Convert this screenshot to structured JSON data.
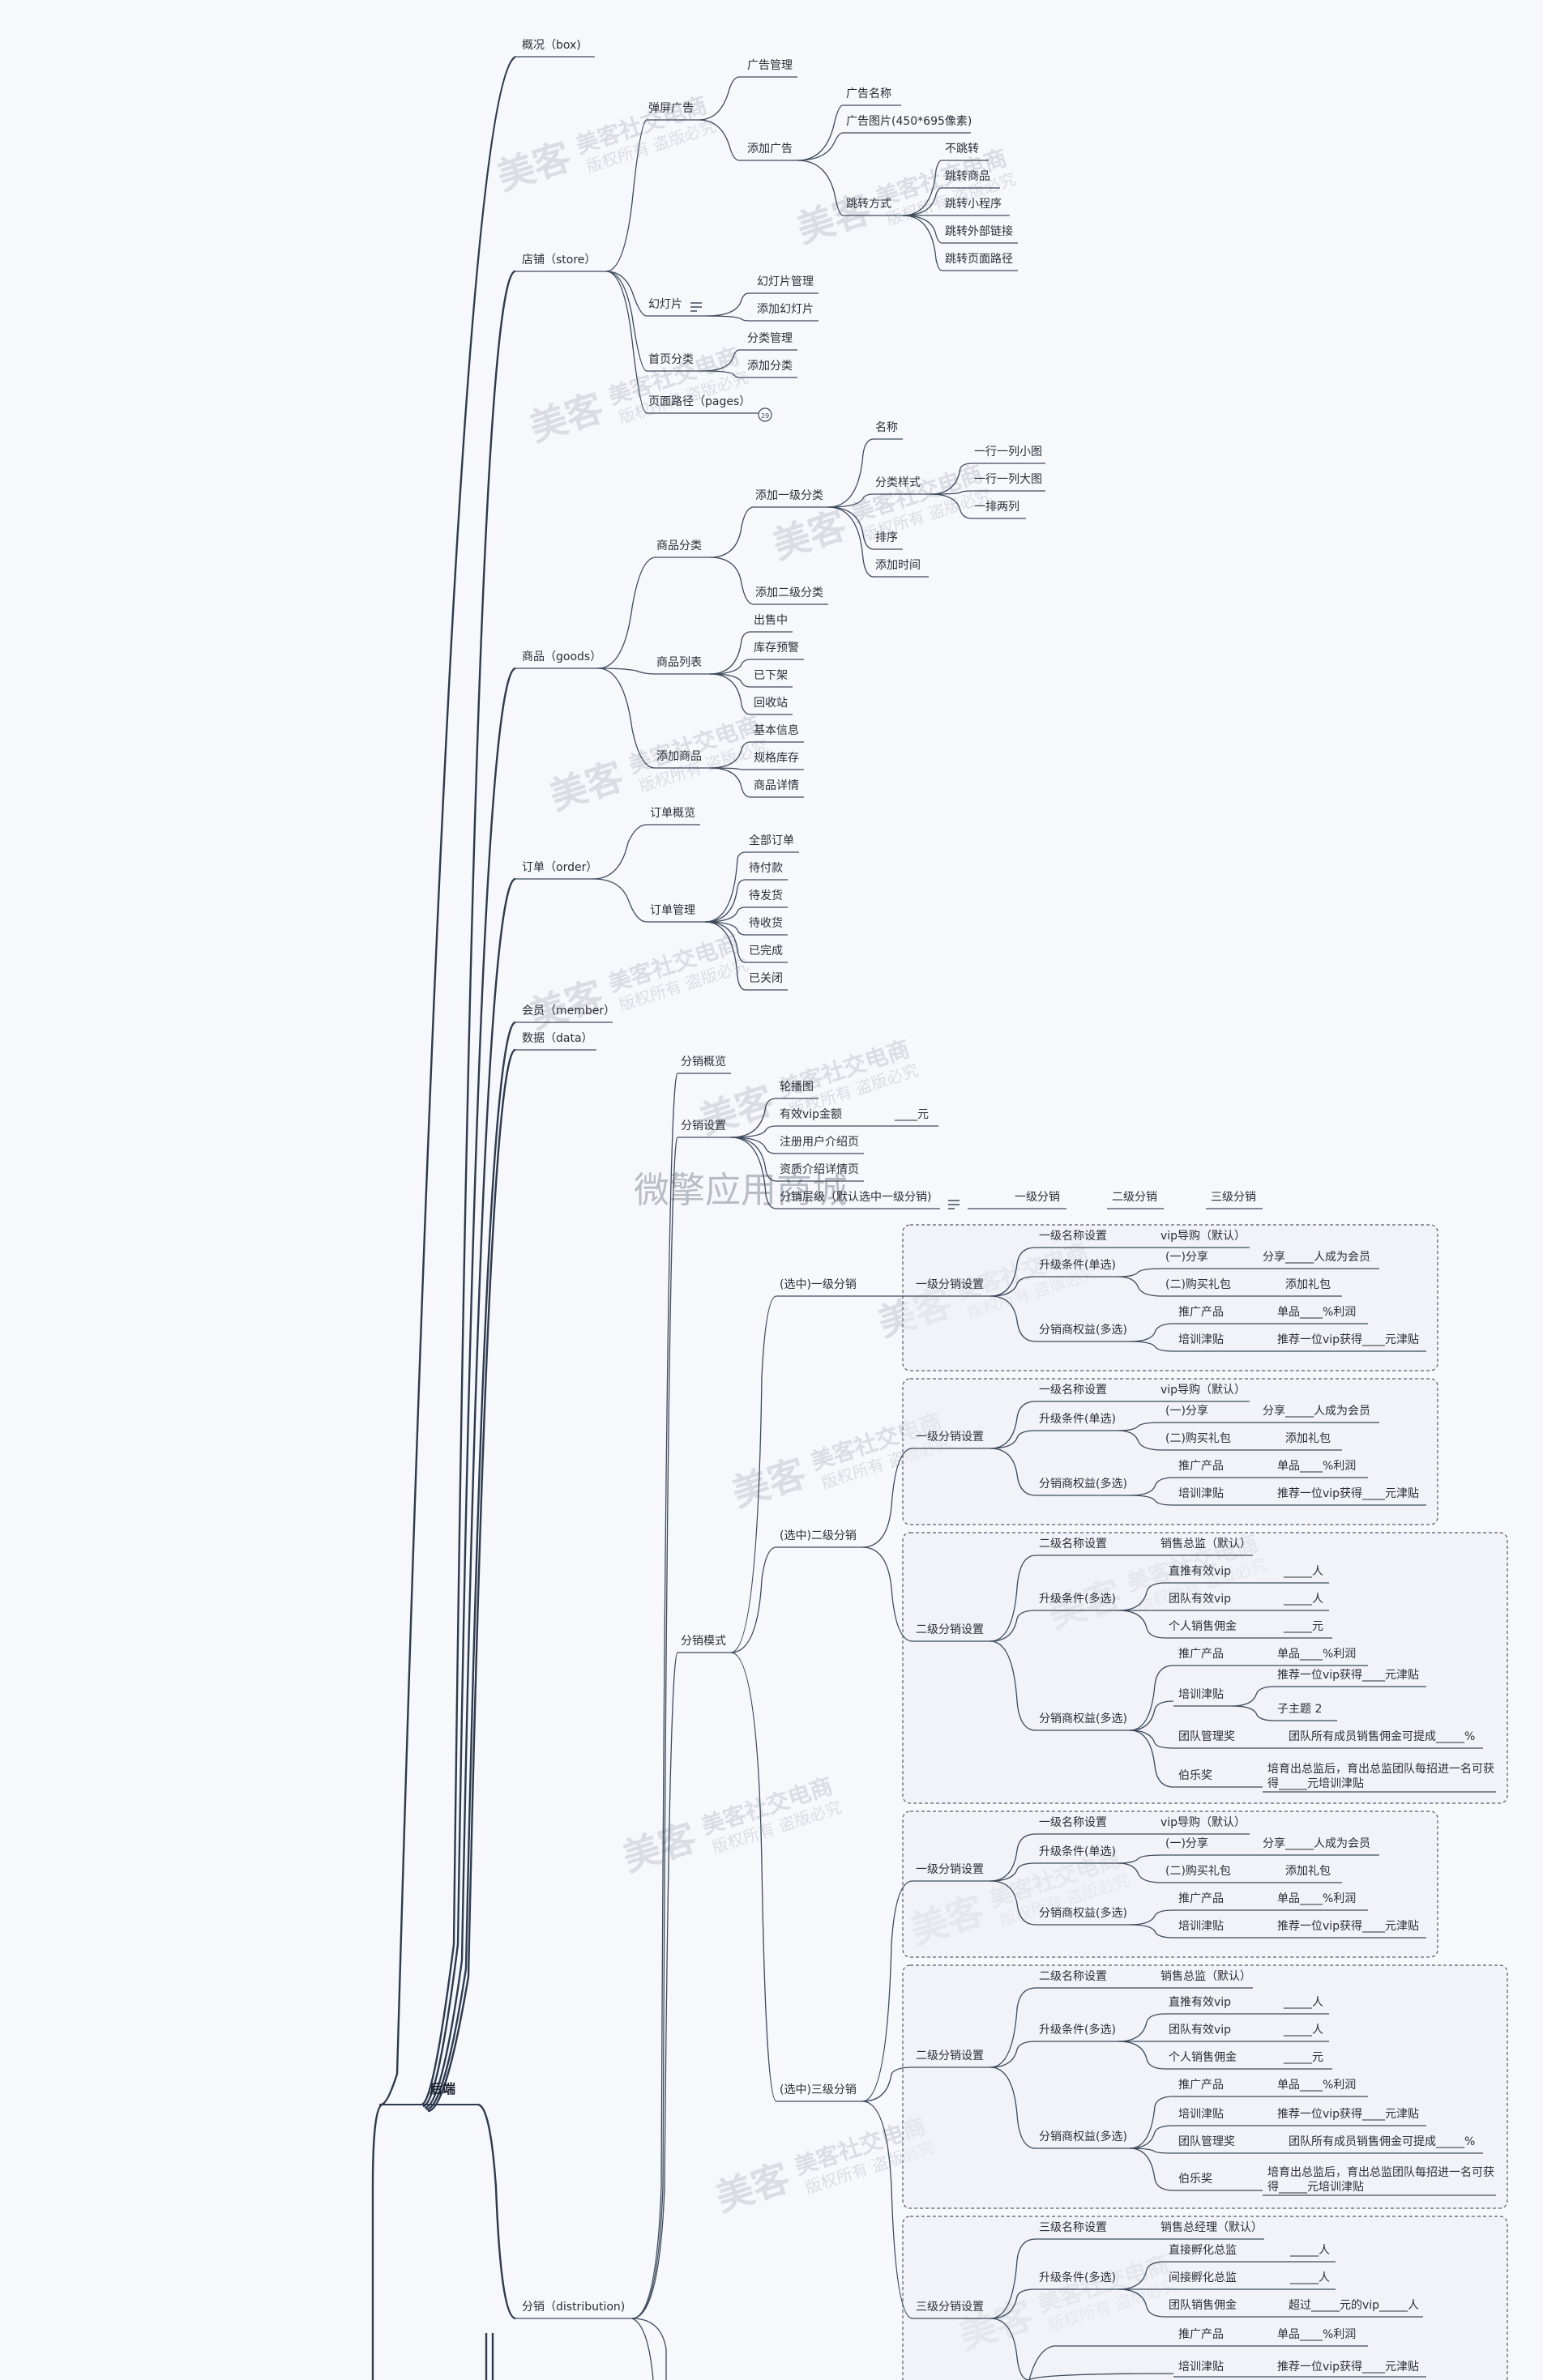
{
  "nodes": {
    "root": "后端",
    "overview": "概况（box)",
    "store": "店铺（store）",
    "store_popup": "弹屏广告",
    "store_ad_manage": "广告管理",
    "store_ad_add": "添加广告",
    "store_ad_name": "广告名称",
    "store_ad_image": "广告图片(450*695像素)",
    "store_ad_jump": "跳转方式",
    "jump_none": "不跳转",
    "jump_goods": "跳转商品",
    "jump_mini": "跳转小程序",
    "jump_external": "跳转外部链接",
    "jump_page": "跳转页面路径",
    "store_slide": "幻灯片",
    "slide_manage": "幻灯片管理",
    "slide_add": "添加幻灯片",
    "store_home_cat": "首页分类",
    "home_cat_manage": "分类管理",
    "home_cat_add": "添加分类",
    "store_pages": "页面路径（pages）",
    "goods": "商品（goods）",
    "goods_cat": "商品分类",
    "goods_cat_add1": "添加一级分类",
    "cat_name": "名称",
    "cat_style": "分类样式",
    "style_small": "一行一列小图",
    "style_big": "一行一列大图",
    "style_two": "一排两列",
    "cat_sort": "排序",
    "cat_time": "添加时间",
    "goods_cat_add2": "添加二级分类",
    "goods_list": "商品列表",
    "list_on": "出售中",
    "list_warn": "库存预警",
    "list_off": "已下架",
    "list_trash": "回收站",
    "goods_add": "添加商品",
    "add_basic": "基本信息",
    "add_spec": "规格库存",
    "add_detail": "商品详情",
    "order": "订单（order）",
    "order_overview": "订单概览",
    "order_manage": "订单管理",
    "order_all": "全部订单",
    "order_unpaid": "待付款",
    "order_unship": "待发货",
    "order_unrecv": "待收货",
    "order_done": "已完成",
    "order_closed": "已关闭",
    "member": "会员（member）",
    "data": "数据（data）",
    "dist": "分销（distribution)",
    "dist_overview": "分销概览",
    "dist_settings": "分销设置",
    "set_banner": "轮播图",
    "set_vip": "有效vip金额",
    "set_vip_blank": "____元",
    "set_register": "注册用户介绍页",
    "set_intro": "资质介绍详情页",
    "set_level": "分销层级（默认选中一级分销)",
    "level_1": "一级分销",
    "level_2": "二级分销",
    "level_3": "三级分销",
    "dist_mode": "分销模式",
    "mode_1": "(选中)一级分销",
    "mode_2": "(选中)二级分销",
    "mode_3": "(选中)三级分销"
  },
  "box_labels": {
    "l1_setting": "一级分销设置",
    "l2_setting": "二级分销设置",
    "l3_setting": "三级分销设置",
    "name1": "一级名称设置",
    "name2": "二级名称设置",
    "name3": "三级名称设置",
    "vip_default": "vip导购（默认）",
    "director_default": "销售总监（默认）",
    "manager_default": "销售总经理（默认）",
    "upgrade_single": "升级条件(单选)",
    "upgrade_multi": "升级条件(多选)",
    "share": "(一)分享",
    "share_val": "分享_____人成为会员",
    "gift": "(二)购买礼包",
    "gift_val": "添加礼包",
    "rights": "分销商权益(多选)",
    "promote": "推广产品",
    "promote_val": "单品____%利润",
    "train": "培训津贴",
    "train_val": "推荐一位vip获得____元津贴",
    "direct_vip": "直推有效vip",
    "team_vip": "团队有效vip",
    "person_unit": "_____人",
    "personal_comm": "个人销售佣金",
    "yuan_unit": "_____元",
    "sub_topic": "子主题 2",
    "team_award": "团队管理奖",
    "team_award_val": "团队所有成员销售佣金可提成_____%",
    "bole": "伯乐奖",
    "bole_val_1": "培育出总监后，育出总监团队每招进一名可获",
    "bole_val_2": "得_____元培训津贴",
    "direct_hatch": "直接孵化总监",
    "indirect_hatch": "间接孵化总监",
    "team_comm": "团队销售佣金",
    "team_comm_val": "超过_____元的vip_____人"
  },
  "watermarks": {
    "brand_logo": "美客",
    "brand_name": "美客社交电商",
    "rights": "版权所有 盗版必究",
    "center": "微擎应用商城"
  },
  "colors": {
    "background": "#f7f8fc",
    "line": "#3e4a5c",
    "box_border": "#555c68"
  }
}
